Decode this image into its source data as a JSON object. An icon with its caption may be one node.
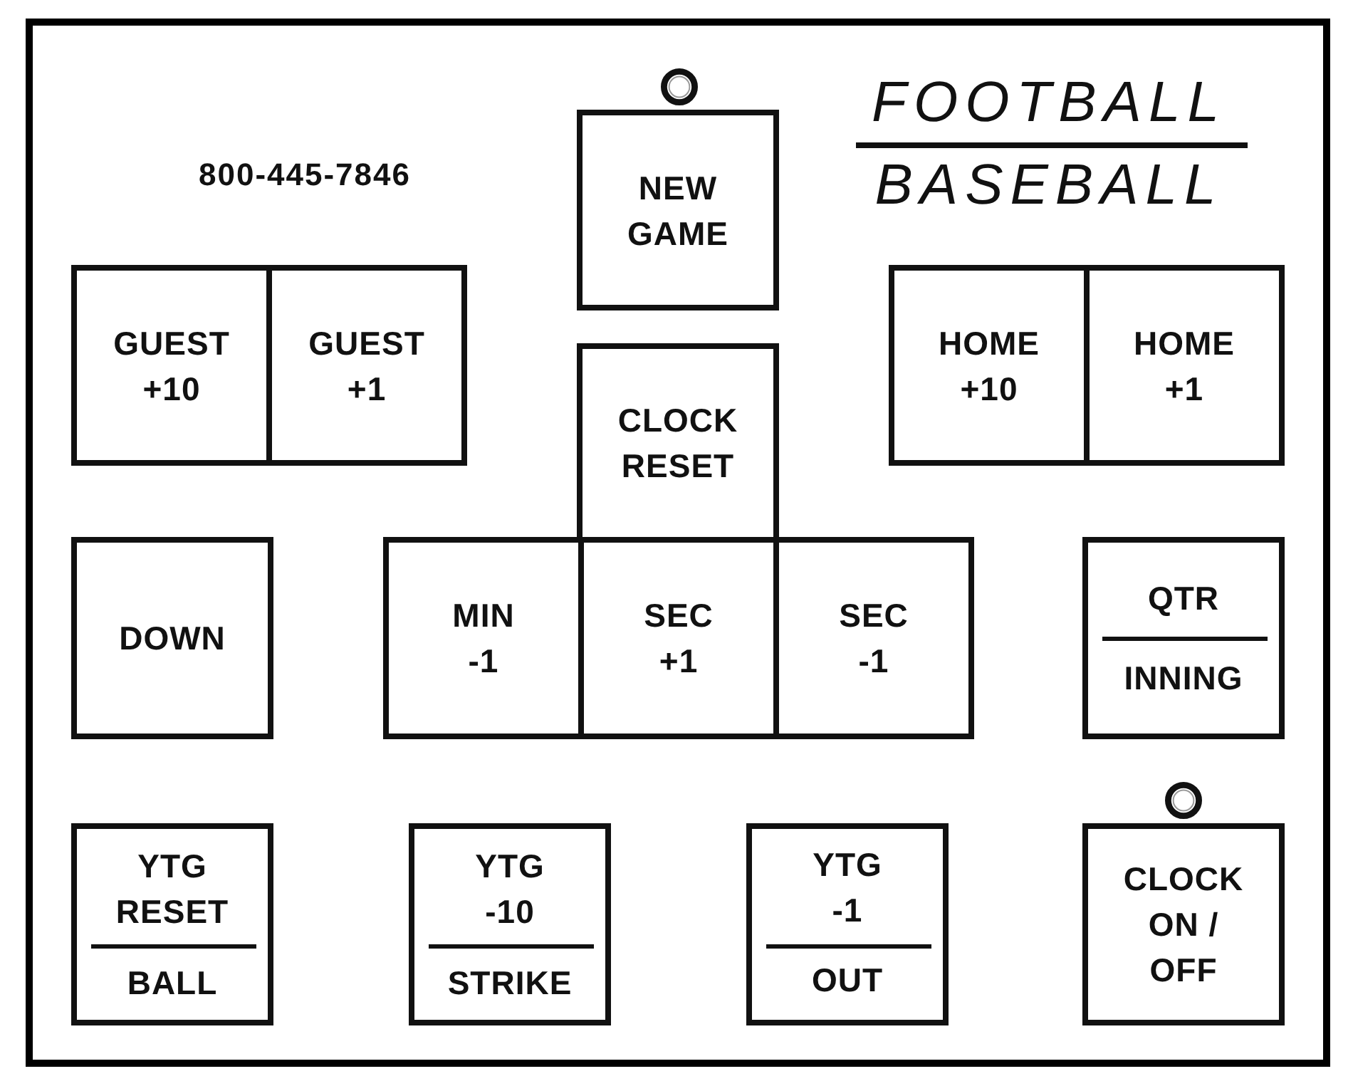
{
  "diagram": {
    "nodes": [
      {
        "text": [
          "NEW GAME"
        ]
      },
      {
        "text": [
          "GUEST +10"
        ]
      },
      {
        "text": [
          "GUEST +1"
        ]
      },
      {
        "text": [
          "HOME +10"
        ]
      },
      {
        "text": [
          "HOME +1"
        ]
      },
      {
        "text": [
          "CLOCK RESET"
        ]
      },
      {
        "text": [
          "DOWN"
        ]
      },
      {
        "text": [
          "MIN -1"
        ]
      },
      {
        "text": [
          "SEC +1"
        ]
      },
      {
        "text": [
          "SEC -1"
        ]
      },
      {
        "text": [
          "QTR",
          "INNING"
        ]
      },
      {
        "text": [
          "YTG RESET",
          "BALL"
        ]
      },
      {
        "text": [
          "YTG -10",
          "STRIKE"
        ]
      },
      {
        "text": [
          "YTG -1",
          "OUT"
        ]
      },
      {
        "text": [
          "CLOCK ON / OFF"
        ]
      }
    ],
    "labels": [
      "800-445-7846",
      "FOOTBALL",
      "BASEBALL"
    ]
  }
}
